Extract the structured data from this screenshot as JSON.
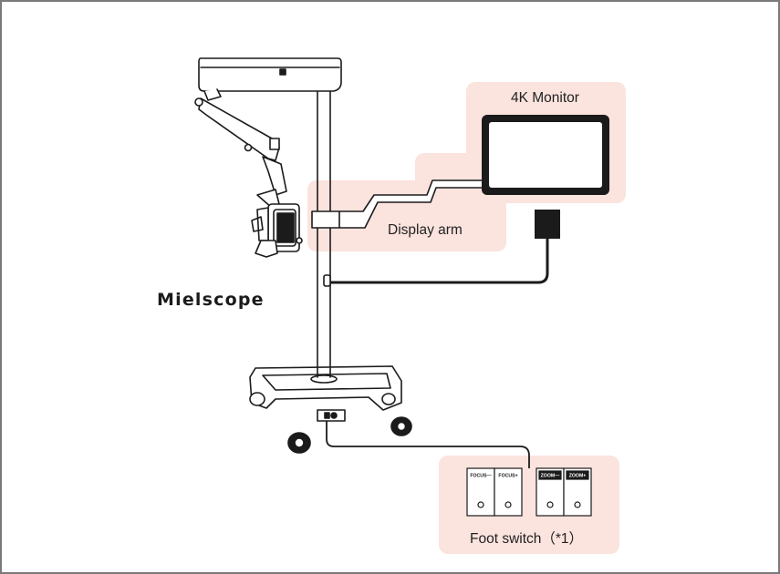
{
  "labels": {
    "monitor": "4K Monitor",
    "display_arm": "Display arm",
    "brand": "Mielscope",
    "foot_switch": "Foot switch（*1）"
  },
  "foot_switch_buttons": [
    "FOCUS—",
    "FOCUS+",
    "ZOOM—",
    "ZOOM+"
  ],
  "colors": {
    "callout": "#fbe3de",
    "line": "#1b1b1b",
    "frame": "#7a7a7a"
  }
}
